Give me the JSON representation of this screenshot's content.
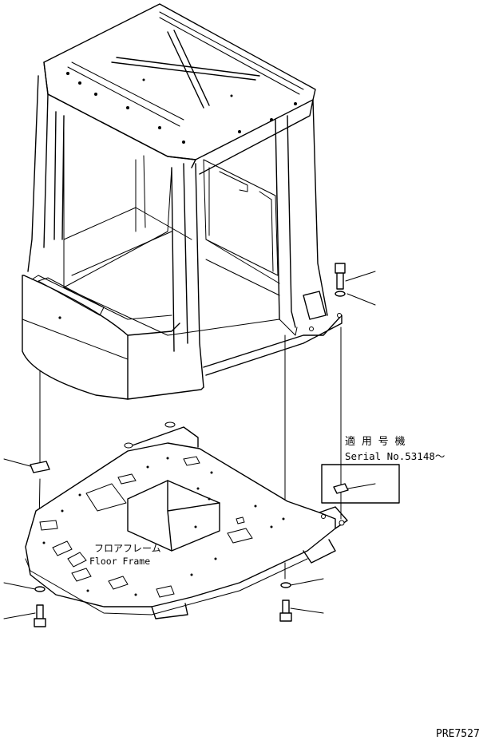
{
  "labels": {
    "applicable_jp": "適 用 号 機",
    "serial": "Serial No.53148～",
    "floor_frame_jp": "フロアフレーム",
    "floor_frame_en": "Floor Frame",
    "drawing_id": "PRE7527"
  }
}
